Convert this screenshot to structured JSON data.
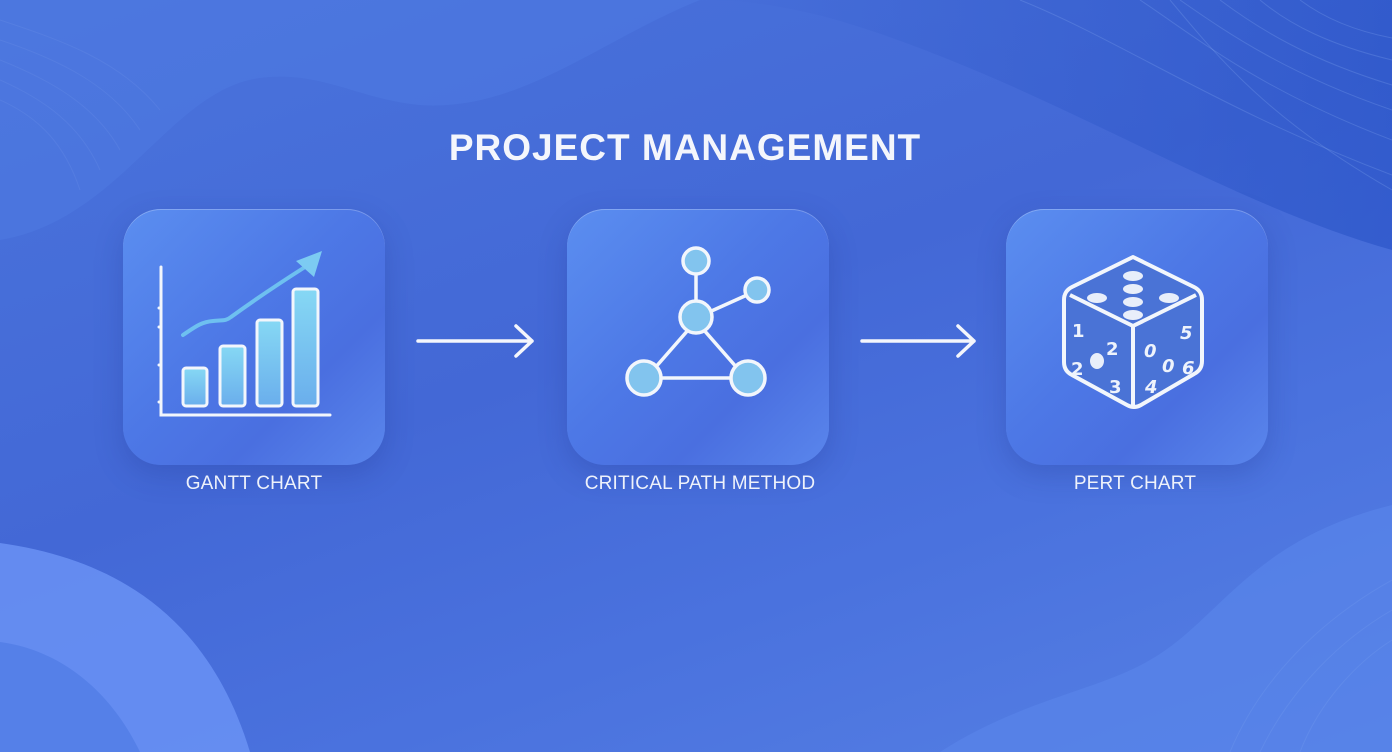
{
  "title": "PROJECT MANAGEMENT",
  "colors": {
    "background": "#4a70dc",
    "card": "#5482ea",
    "icon_stroke": "#f2f6fc",
    "icon_fill": "#7ec8f0",
    "text": "#f4f6fc"
  },
  "steps": [
    {
      "label": "GANTT CHART",
      "icon": "bar-chart-trend-icon"
    },
    {
      "label": "CRITICAL PATH METHOD",
      "icon": "network-graph-icon"
    },
    {
      "label": "PERT CHART",
      "icon": "dice-icon"
    }
  ],
  "connectors": [
    {
      "icon": "arrow-right-icon"
    },
    {
      "icon": "arrow-right-icon"
    }
  ],
  "dice_numbers": {
    "left_face": [
      "1",
      "2",
      "2",
      "3"
    ],
    "right_face": [
      "0",
      "5",
      "0",
      "6",
      "4"
    ]
  }
}
